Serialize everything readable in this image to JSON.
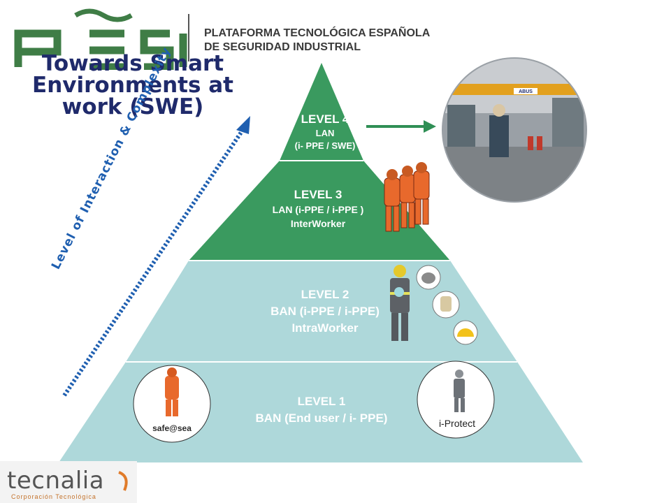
{
  "header": {
    "logo_letters": "PĒSI",
    "org_line1": "PLATAFORMA TECNOLÓGICA ESPAÑOLA",
    "org_line2": "DE SEGURIDAD INDUSTRIAL"
  },
  "title": "Towards Smart Environments at work (SWE)",
  "axis_label": "Level of Interaction & Complexity",
  "levels": [
    {
      "title": "LEVEL 4",
      "line1": "LAN",
      "line2": "(i- PPE / SWE)"
    },
    {
      "title": "LEVEL 3",
      "line1": "LAN (i-PPE / i-PPE )",
      "line2": "InterWorker"
    },
    {
      "title": "LEVEL 2",
      "line1": "BAN (i-PPE / i-PPE)",
      "line2": "IntraWorker"
    },
    {
      "title": "LEVEL 1",
      "line1": "BAN (End user / i- PPE)"
    }
  ],
  "badges": {
    "safe_at_sea": "safe@sea",
    "i_protect": "i-Protect"
  },
  "scene": {
    "sign": "ABUS"
  },
  "footer": {
    "company": "tecnalia",
    "company_sub": "Corporación Tecnológica"
  },
  "colors": {
    "green": "#3a9a5f",
    "light_teal": "#aed8da",
    "title_blue": "#1f2a6b",
    "axis_blue": "#1f5fb0",
    "orange_suit": "#e8692c",
    "logo_green": "#3f7d46"
  }
}
